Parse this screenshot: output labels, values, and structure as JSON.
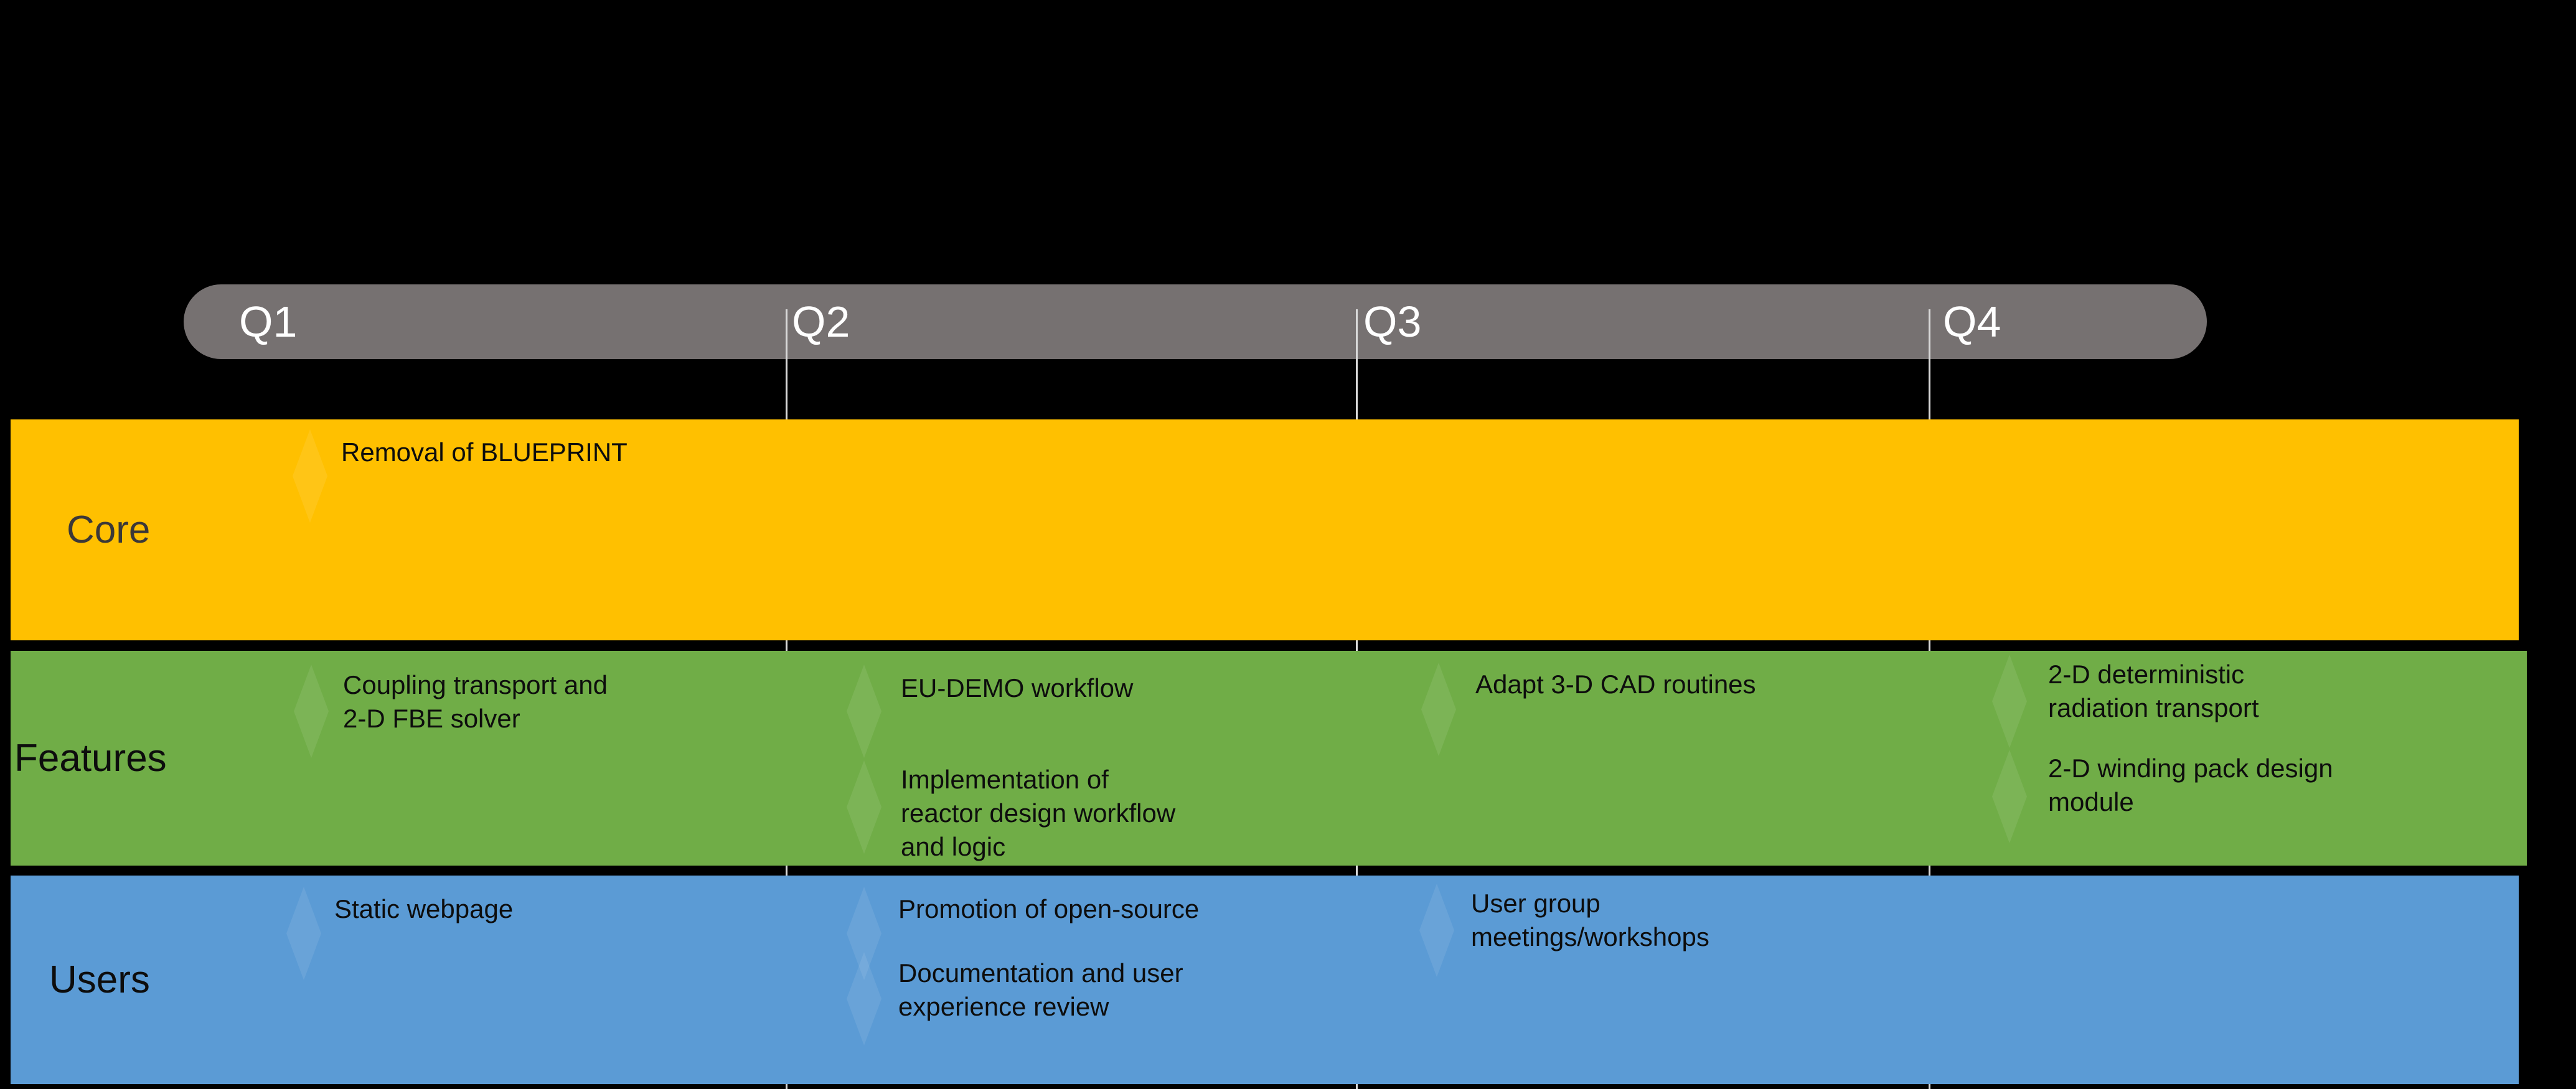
{
  "palette": {
    "background": "#000000",
    "header_bar": "#767171",
    "header_text": "#FFFFFF",
    "divider": "#D9D9D9",
    "core_row": "#FFC000",
    "features_row": "#70AD47",
    "users_row": "#5B9BD5",
    "task_text": "#0D0D0D",
    "core_label_text": "#3B3838"
  },
  "timeline": {
    "quarters": [
      {
        "label": "Q1"
      },
      {
        "label": "Q2"
      },
      {
        "label": "Q3"
      },
      {
        "label": "Q4"
      }
    ]
  },
  "lanes": [
    {
      "name": "Core",
      "color": "#FFC000",
      "tasks": {
        "q1": [
          "Removal of BLUEPRINT"
        ],
        "q2": [],
        "q3": [],
        "q4": []
      }
    },
    {
      "name": "Features",
      "color": "#70AD47",
      "tasks": {
        "q1": [
          "Coupling transport and\n2-D FBE solver"
        ],
        "q2": [
          "EU-DEMO workflow",
          "Implementation of\nreactor design workflow\nand logic"
        ],
        "q3": [
          "Adapt 3-D CAD routines"
        ],
        "q4": [
          "2-D deterministic\nradiation transport",
          "2-D winding pack design\nmodule"
        ]
      }
    },
    {
      "name": "Users",
      "color": "#5B9BD5",
      "tasks": {
        "q1": [
          "Static webpage"
        ],
        "q2": [
          "Promotion of open-source",
          "Documentation and user\nexperience review"
        ],
        "q3": [
          "User group\nmeetings/workshops"
        ],
        "q4": []
      }
    }
  ]
}
